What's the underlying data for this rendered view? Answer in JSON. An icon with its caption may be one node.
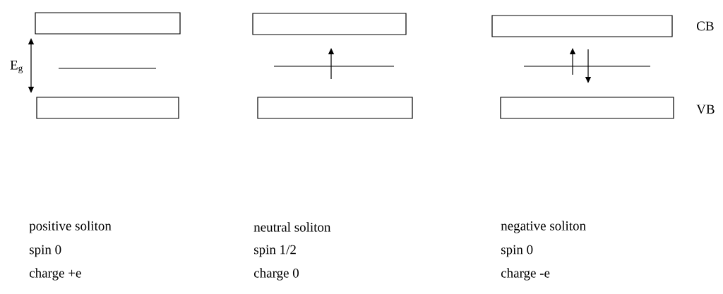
{
  "diagram": {
    "nodes": [
      {
        "text": [],
        "shape": "box"
      },
      {
        "text": [],
        "shape": "box"
      },
      {
        "text": [],
        "shape": "box"
      },
      {
        "text": [],
        "shape": "box"
      },
      {
        "text": [],
        "shape": "box"
      },
      {
        "text": [],
        "shape": "box"
      }
    ],
    "labels": [
      "E$_{g}$",
      "CB",
      "VB",
      "positive soliton",
      "neutral soliton",
      "negative soliton",
      "spin  0",
      "spin  1/2",
      "spin  0",
      "charge  +e",
      "charge  0",
      "charge  -e"
    ]
  }
}
